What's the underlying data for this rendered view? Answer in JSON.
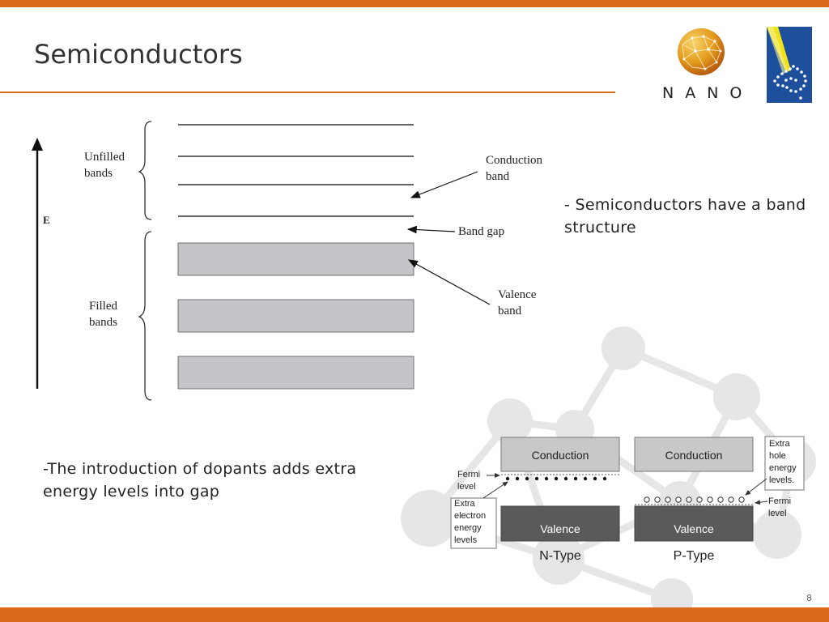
{
  "slide": {
    "title": "Semiconductors",
    "page_number": "8",
    "accent_color": "#d9691b"
  },
  "logos": {
    "nano_text": "NANO",
    "nano_icon": "globe-network-icon",
    "institution_icon": "australia-map-icon"
  },
  "band_diagram": {
    "unfilled_label": "Unfilled\nbands",
    "filled_label": "Filled\nbands",
    "axis_label": "E",
    "conduction_label": "Conduction\nband",
    "band_gap_label": "Band gap",
    "valence_label": "Valence\nband",
    "filled_band_color": "#c5c4c8"
  },
  "text": {
    "bullet_1": "- Semiconductors have a band structure",
    "bullet_2": "-The introduction of dopants adds extra energy levels into gap"
  },
  "doping_diagram": {
    "n_type": {
      "conduction": "Conduction",
      "valence": "Valence",
      "caption": "N-Type",
      "fermi_label": "Fermi\nlevel",
      "extra_label": "Extra\nelectron\nenergy\nlevels"
    },
    "p_type": {
      "conduction": "Conduction",
      "valence": "Valence",
      "caption": "P-Type",
      "fermi_label": "Fermi\nlevel",
      "extra_label": "Extra\nhole\nenergy\nlevels."
    },
    "conduction_color": "#c8c8c8",
    "valence_color": "#5a5a5a"
  }
}
